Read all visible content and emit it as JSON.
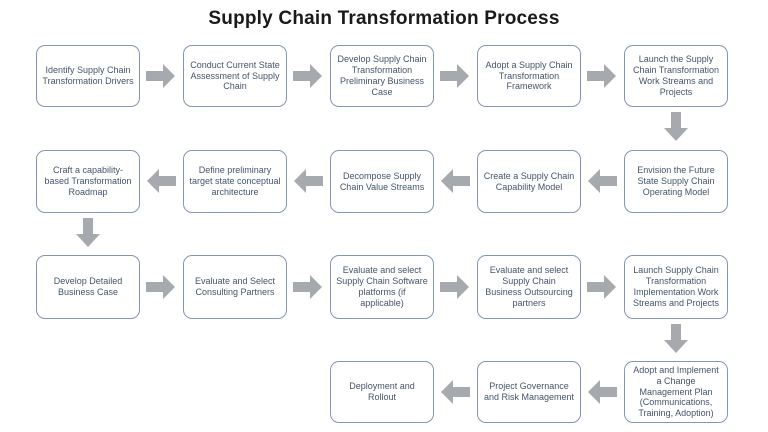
{
  "title": "Supply Chain Transformation Process",
  "colors": {
    "background": "#ffffff",
    "title_color": "#1a1a1a",
    "box_border": "#8496b0",
    "box_text": "#44546a",
    "arrow_fill": "#a6a9ad"
  },
  "rows": [
    {
      "direction": "left-to-right",
      "boxes": [
        {
          "label": "Identify Supply Chain Transformation Drivers"
        },
        {
          "label": "Conduct Current State Assessment of Supply Chain"
        },
        {
          "label": "Develop Supply Chain Transformation Preliminary Business Case"
        },
        {
          "label": "Adopt a Supply Chain Transformation Framework"
        },
        {
          "label": "Launch the Supply Chain Transformation Work Streams and Projects"
        }
      ]
    },
    {
      "direction": "right-to-left",
      "boxes": [
        {
          "label": "Envision the Future State Supply Chain Operating Model"
        },
        {
          "label": "Create a Supply Chain Capability Model"
        },
        {
          "label": "Decompose Supply Chain Value Streams"
        },
        {
          "label": "Define preliminary target state conceptual architecture"
        },
        {
          "label": "Craft a capability-based Transformation Roadmap"
        }
      ]
    },
    {
      "direction": "left-to-right",
      "boxes": [
        {
          "label": "Develop Detailed Business Case"
        },
        {
          "label": "Evaluate and Select Consulting Partners"
        },
        {
          "label": "Evaluate and select Supply Chain Software platforms (if applicable)"
        },
        {
          "label": "Evaluate and select Supply Chain Business Outsourcing partners"
        },
        {
          "label": "Launch Supply Chain Transformation Implementation Work Streams and Projects"
        }
      ]
    },
    {
      "direction": "right-to-left",
      "boxes": [
        {
          "label": "Adopt and Implement a Change Management Plan (Communications, Training, Adoption)"
        },
        {
          "label": "Project Governance and Risk Management"
        },
        {
          "label": "Deployment and Rollout"
        }
      ]
    }
  ]
}
